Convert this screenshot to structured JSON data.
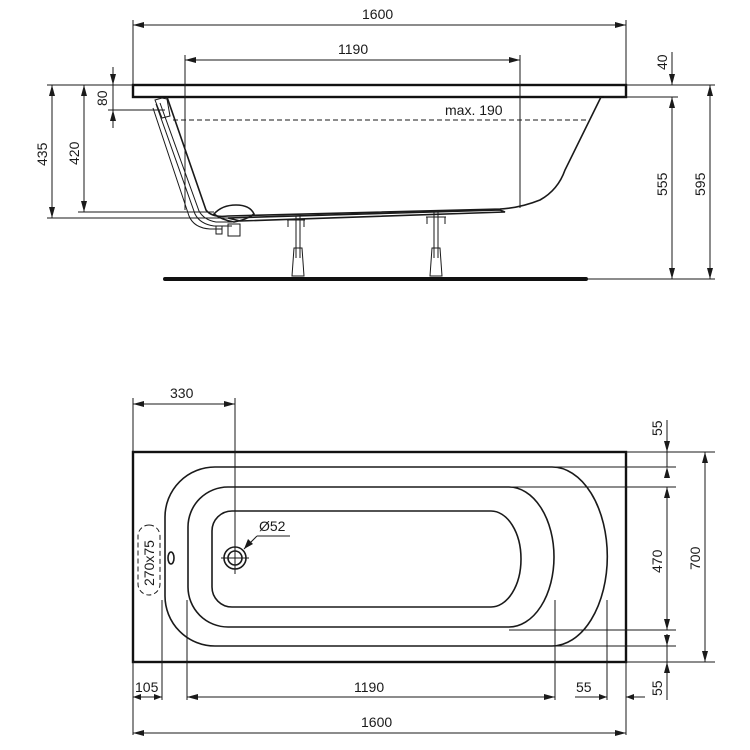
{
  "side_view": {
    "top_dims": {
      "overall_length": "1600",
      "inner_length": "1190"
    },
    "right_dims": {
      "rim_thickness": "40",
      "height_under_rim": "555",
      "total_height": "595"
    },
    "left_dims": {
      "waste_height": "435",
      "inner_depth": "420",
      "overflow_offset": "80"
    },
    "water_level_label": "max. 190"
  },
  "plan_view": {
    "waste_offset": "330",
    "waste_diameter": "Ø52",
    "tap_hole_label": "270x75",
    "right_dims": {
      "top_rim": "55",
      "inner_width": "470",
      "bottom_rim": "55",
      "overall_width": "700"
    },
    "bottom_dims": {
      "left_rim": "105",
      "inner_length": "1190",
      "right_rim": "55",
      "overall_length": "1600"
    }
  }
}
